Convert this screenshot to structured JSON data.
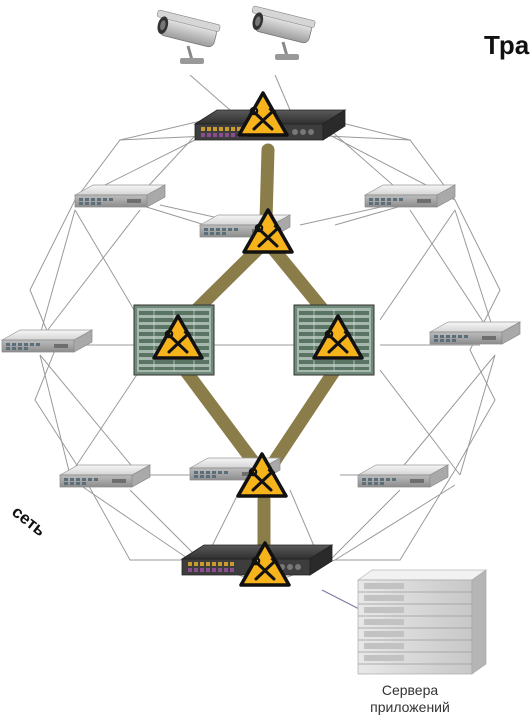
{
  "diagram": {
    "title": "Тра",
    "network_label": "сеть",
    "servers_label_line1": "Сервера",
    "servers_label_line2": "приложений",
    "icons": {
      "camera": "security-camera-icon",
      "warning": "warning-tools-icon",
      "switch": "network-switch-icon",
      "chassis": "chassis-switch-icon",
      "server_rack": "server-rack-icon"
    },
    "colors": {
      "mesh_line": "#9a9a9a",
      "highlight_path": "#8b7d4a",
      "warning_fill": "#f6b31b",
      "warning_border": "#111111",
      "chassis_green": "#4f8d68"
    }
  }
}
